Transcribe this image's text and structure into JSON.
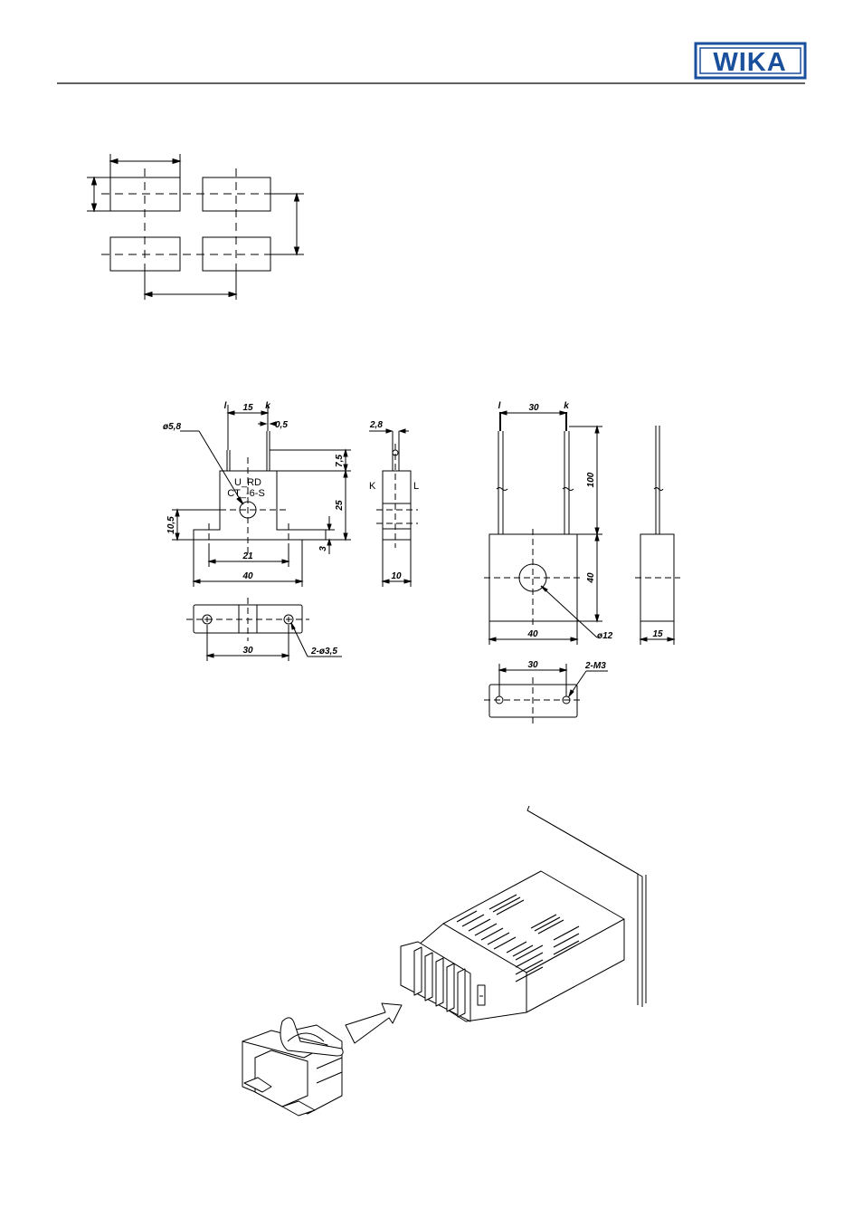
{
  "header": {
    "logo_text": "WIKA",
    "brand_color": "#1a4f9c"
  },
  "drawing_ct6s": {
    "dims": {
      "leads_spacing": "15",
      "lead_gap": "0,5",
      "hole_dia": "ø5,8",
      "lead_length": "7,5",
      "body_height": "25",
      "flange_height": "10,5",
      "flange_thickness": "3",
      "hole_spacing_inner": "21",
      "overall_width": "40",
      "side_lead_width": "2,8",
      "side_width": "10",
      "mount_spacing": "30",
      "mount_holes": "2-ø3,5"
    },
    "text": {
      "lead_l": "l",
      "lead_k": "k",
      "model_line1": "U_RD",
      "model_line2": "CT_-6-S",
      "side_k": "K",
      "side_l": "L"
    }
  },
  "drawing_ct12": {
    "dims": {
      "lead_spacing": "30",
      "lead_length": "100",
      "body_height": "40",
      "body_width": "40",
      "hole_dia": "ø12",
      "side_width": "15",
      "mount_spacing": "30",
      "mount_holes": "2-M3"
    },
    "text": {
      "lead_l": "l",
      "lead_k": "k"
    }
  }
}
